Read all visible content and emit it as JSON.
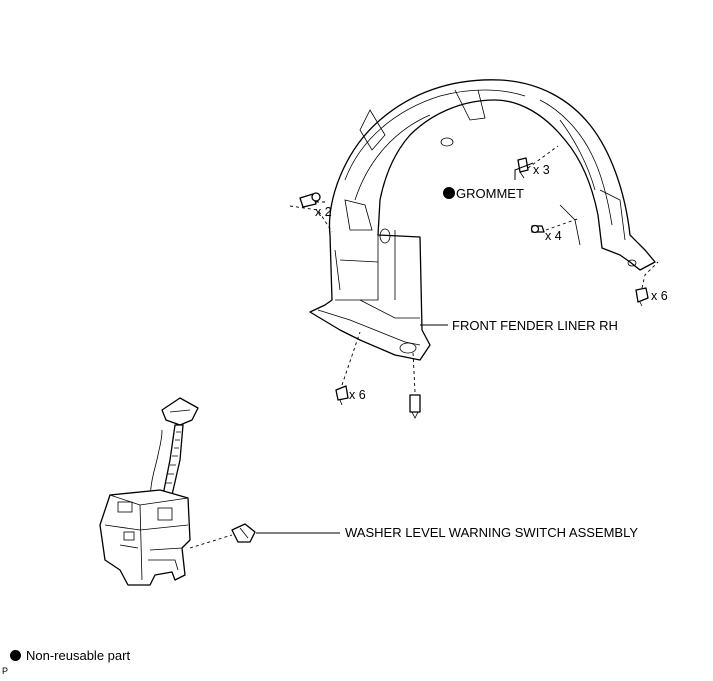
{
  "labels": {
    "grommet": "GROMMET",
    "fender_liner": "FRONT FENDER LINER RH",
    "washer_switch": "WASHER LEVEL WARNING SWITCH ASSEMBLY"
  },
  "quantities": {
    "screw_top_left": "x 2",
    "clip_top": "x 3",
    "screw_right": "x 4",
    "clip_right": "x 6",
    "clip_bottom_left": "x 6"
  },
  "legend": {
    "text": "Non-reusable part"
  },
  "ref_mark": "P"
}
